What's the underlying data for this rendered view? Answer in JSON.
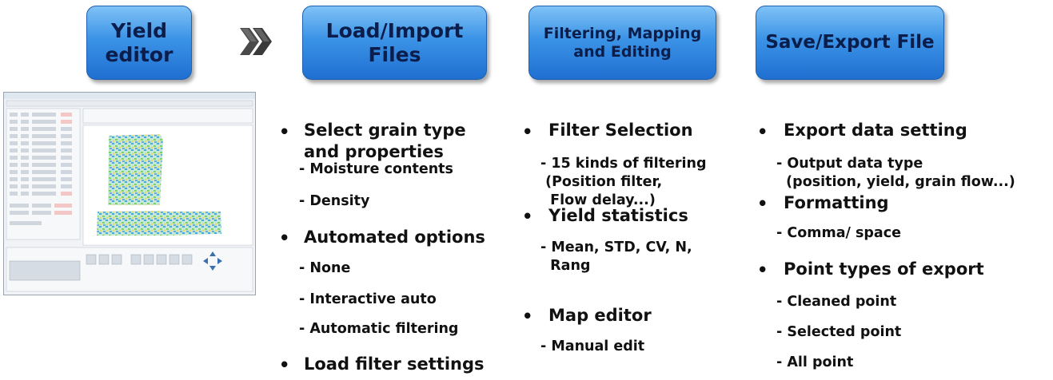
{
  "flow": {
    "yield_editor": "Yield\neditor",
    "load_import": "Load/Import\nFiles",
    "filtering": "Filtering, Mapping\nand Editing",
    "save_export": "Save/Export File"
  },
  "columns": {
    "load": {
      "select_grain": "Select grain type\nand properties",
      "moisture": "- Moisture contents",
      "density": "- Density",
      "automated": "Automated options",
      "none": "- None",
      "interactive": "- Interactive auto",
      "automatic": "- Automatic filtering",
      "load_filter": "Load filter settings"
    },
    "filter": {
      "filter_selection": "Filter Selection",
      "kinds": "- 15 kinds of filtering\n (Position filter,\n  Flow delay...)",
      "yield_stats": "Yield statistics",
      "stats_list": "- Mean, STD, CV, N,\n  Rang",
      "map_editor": "Map editor",
      "manual_edit": "- Manual edit"
    },
    "export": {
      "export_setting": "Export data setting",
      "output_type": "- Output data type\n  (position, yield, grain flow...)",
      "formatting": "Formatting",
      "comma_space": "- Comma/ space",
      "point_types": "Point types of export",
      "cleaned": "- Cleaned point",
      "selected": "- Selected point",
      "all": "- All point"
    }
  },
  "bullet": "•",
  "colors": {
    "box_top": "#7fc2f6",
    "box_bottom": "#1f6fd1",
    "box_text": "#0b1d4a",
    "chevron": "#444444"
  }
}
